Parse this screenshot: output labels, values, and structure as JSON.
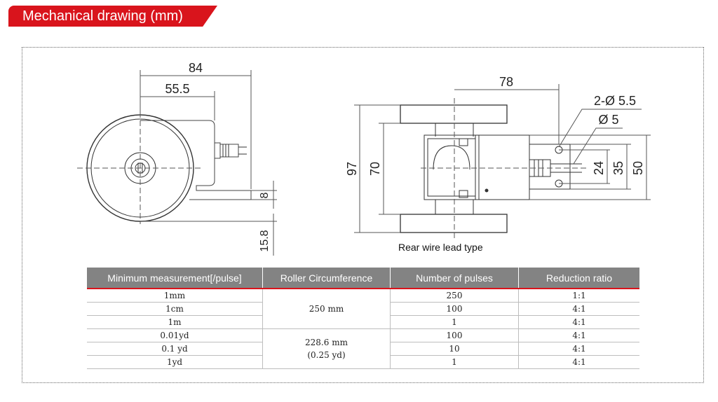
{
  "header": {
    "title": "Mechanical drawing (mm)"
  },
  "drawing": {
    "left_view": {
      "dim_total_width": "84",
      "dim_center_width": "55.5",
      "dim_base_height": "8",
      "dim_base_offset": "15.8"
    },
    "right_view": {
      "dim_center_to_mount": "78",
      "dim_holes": "2-Ø 5.5",
      "dim_cable": "Ø 5",
      "dim_outer_height": "97",
      "dim_inner_height": "70",
      "dim_hole_spacing": "24",
      "dim_mount_height": "35",
      "dim_bracket_height": "50",
      "caption": "Rear wire lead type"
    }
  },
  "table": {
    "headers": [
      "Minimum measurement[/pulse]",
      "Roller Circumference",
      "Number of pulses",
      "Reduction ratio"
    ],
    "rows": [
      {
        "min": "1mm",
        "pulses": "250",
        "ratio": "1:1"
      },
      {
        "min": "1cm",
        "pulses": "100",
        "ratio": "4:1"
      },
      {
        "min": "1m",
        "pulses": "1",
        "ratio": "4:1"
      },
      {
        "min": "0.01yd",
        "pulses": "100",
        "ratio": "4:1"
      },
      {
        "min": "0.1 yd",
        "pulses": "10",
        "ratio": "4:1"
      },
      {
        "min": "1yd",
        "pulses": "1",
        "ratio": "4:1"
      }
    ],
    "circumference_metric": "250 mm",
    "circumference_imperial_line1": "228.6 mm",
    "circumference_imperial_line2": "(0.25 yd)"
  },
  "colors": {
    "accent": "#d9141c",
    "header_bg": "#838383"
  }
}
